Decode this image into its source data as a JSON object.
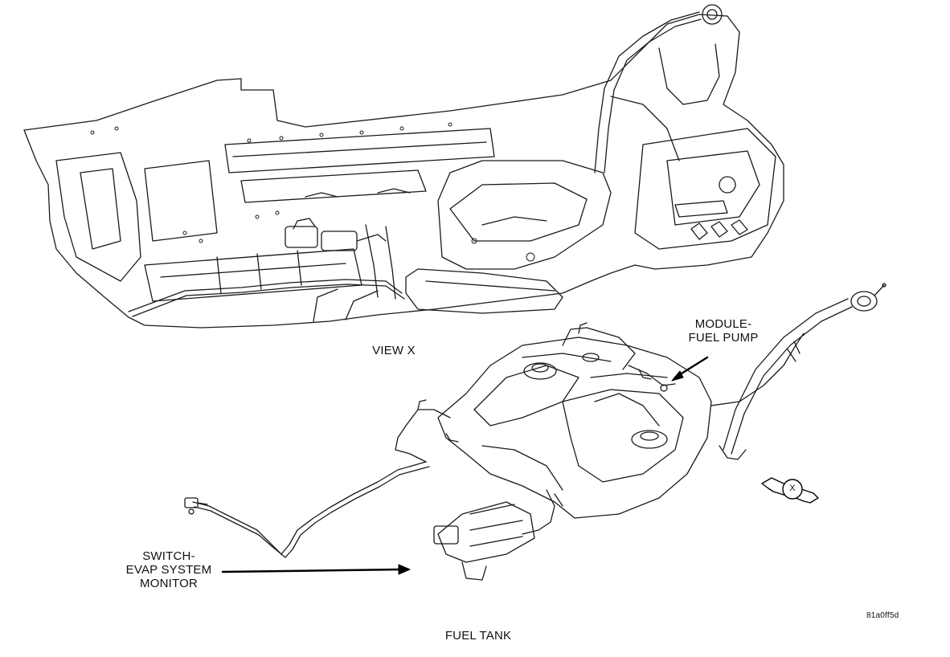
{
  "labels": {
    "view_x": "VIEW X",
    "module_fuel_pump": [
      "MODULE-",
      "FUEL PUMP"
    ],
    "switch_evap": [
      "SWITCH-",
      "EVAP SYSTEM",
      "MONITOR"
    ],
    "view_marker": "X",
    "figure_id": "81a0ff5d",
    "caption": "FUEL TANK"
  }
}
